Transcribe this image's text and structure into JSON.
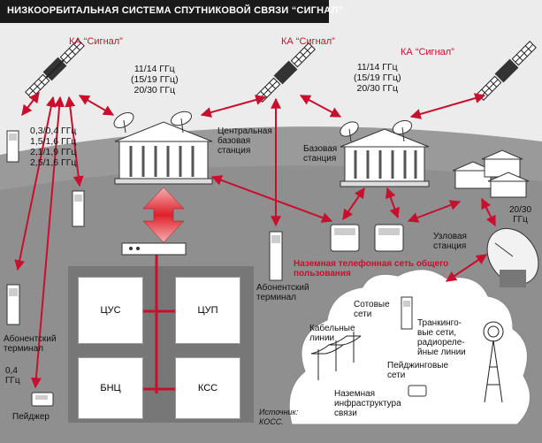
{
  "title": "НИЗКООРБИТАЛЬНАЯ СИСТЕМА СПУТНИКОВОЙ СВЯЗИ “СИГНАЛ”",
  "satellites": [
    "КА “Сигнал”",
    "КА “Сигнал”",
    "КА “Сигнал”"
  ],
  "freq_bands_left": "11/14 ГГц\n(15/19 ГГц)\n20/30 ГГц",
  "freq_bands_right": "11/14 ГГц\n(15/19 ГГц)\n20/30 ГГц",
  "freq_terminal": "0,3/0,4 ГГц\n1,5/1,6 ГГц\n2,1/1,9 ГГц\n2,5/1,6 ГГц",
  "central_station": "Центральная\nбазовая\nстанция",
  "base_station": "Базовая\nстанция",
  "node_station": "Узловая\nстанция",
  "node_freq": "20/30\nГГц",
  "subscriber_terminal_left": "Абонентский\nтерминал",
  "subscriber_terminal_mid": "Абонентский\nтерминал",
  "pager_freq": "0,4\nГГц",
  "pager": "Пейджер",
  "pstn": "Наземная телефонная сеть общего\nпользования",
  "control_blocks": [
    "ЦУС",
    "ЦУП",
    "БНЦ",
    "КСС"
  ],
  "cloud_items": {
    "cellular": "Сотовые\nсети",
    "cable": "Кабельные\nлинии",
    "trunking": "Транкинго-\nвые сети,\nрадиореле-\nйные линии",
    "paging": "Пейджинговые\nсети",
    "ground_infra": "Наземная\nинфраструктура\nсвязи"
  },
  "source": "Источник:\nКОСС."
}
